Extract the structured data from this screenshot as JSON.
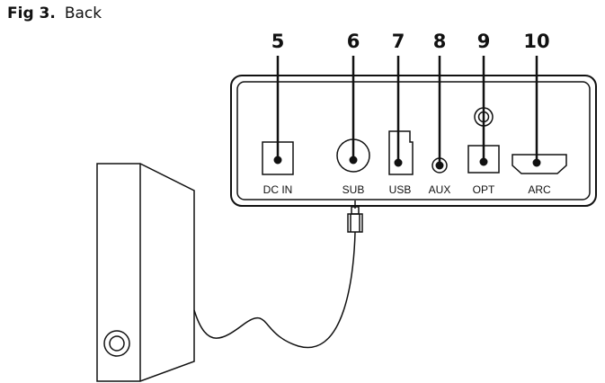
{
  "figure": {
    "number": "Fig 3.",
    "title": "Back"
  },
  "ports": [
    {
      "number": "5",
      "label": "DC IN"
    },
    {
      "number": "6",
      "label": "SUB"
    },
    {
      "number": "7",
      "label": "USB"
    },
    {
      "number": "8",
      "label": "AUX"
    },
    {
      "number": "9",
      "label": "OPT"
    },
    {
      "number": "10",
      "label": "ARC"
    }
  ],
  "colors": {
    "line": "#111111",
    "background": "#ffffff"
  }
}
